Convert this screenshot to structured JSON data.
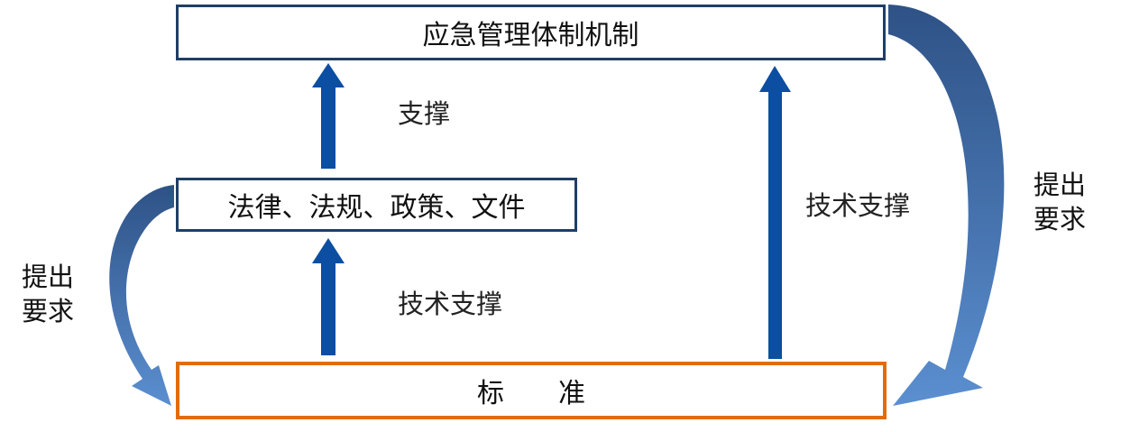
{
  "boxes": {
    "top": "应急管理体制机制",
    "middle": "法律、法规、政策、文件",
    "bottom": "标　　准"
  },
  "labels": {
    "support": "支撑",
    "tech_support_lower": "技术支撑",
    "tech_support_right": "技术支撑",
    "request_left_line1": "提出",
    "request_left_line2": "要求",
    "request_right_line1": "提出",
    "request_right_line2": "要求"
  },
  "colors": {
    "arrow_blue": "#0b4ea2",
    "curve_dark": "#1f3e66",
    "curve_light": "#5b8fd0",
    "box_border_blue": "#1f3e66",
    "box_border_orange": "#e36c0a"
  }
}
